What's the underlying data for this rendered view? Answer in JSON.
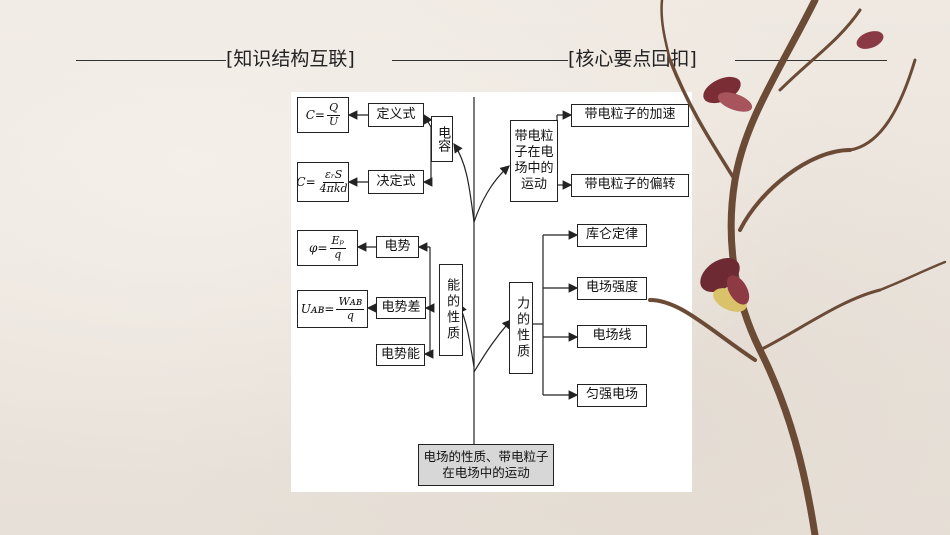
{
  "header": {
    "left_label": "[知识结构互联]",
    "right_label": "[核心要点回扣]"
  },
  "diagram": {
    "root": "电场的性质、带电粒子在电场中的运动",
    "capacitor": {
      "label": "电容",
      "definition": "定义式",
      "definition_formula": {
        "lhs": "C=",
        "num": "Q",
        "den": "U"
      },
      "determinant": "决定式",
      "determinant_formula": {
        "lhs": "C=",
        "num": "εᵣS",
        "den": "4πkd"
      }
    },
    "energy": {
      "label": "能的性质",
      "potential": "电势",
      "potential_formula": {
        "lhs": "φ=",
        "num": "Eₚ",
        "den": "q"
      },
      "potential_difference": "电势差",
      "potential_difference_formula": {
        "lhs": "Uᴀʙ=",
        "num": "Wᴀʙ",
        "den": "q"
      },
      "potential_energy": "电势能"
    },
    "motion": {
      "label": "带电粒子在电场中的运动",
      "acceleration": "带电粒子的加速",
      "deflection": "带电粒子的偏转"
    },
    "force": {
      "label": "力的性质",
      "coulomb": "库仑定律",
      "field_strength": "电场强度",
      "field_lines": "电场线",
      "uniform_field": "匀强电场"
    }
  }
}
